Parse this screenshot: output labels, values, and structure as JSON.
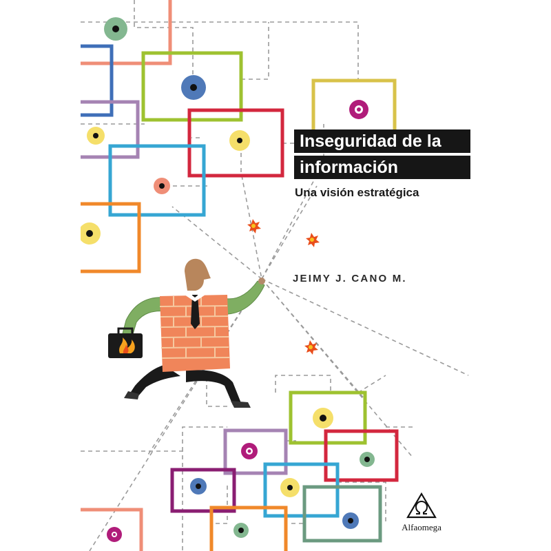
{
  "book": {
    "title_line_1": "Inseguridad de la",
    "title_line_2": "información",
    "subtitle": "Una visión estratégica",
    "author": "JEIMY J. CANO M.",
    "publisher": "Alfaomega"
  },
  "colors": {
    "background": "#ffffff",
    "title_band": "#161616",
    "frame_colors": [
      "#ef8e77",
      "#3f6fb8",
      "#9ec230",
      "#d8c24a",
      "#a583b3",
      "#d3273e",
      "#36a6d3",
      "#f0882a",
      "#83b790",
      "#b01c7a",
      "#6b9a80"
    ]
  },
  "icons": {
    "publisher_logo": "alfaomega-omega-icon",
    "spark": "fire-spark-icon",
    "briefcase": "burning-briefcase-icon"
  }
}
